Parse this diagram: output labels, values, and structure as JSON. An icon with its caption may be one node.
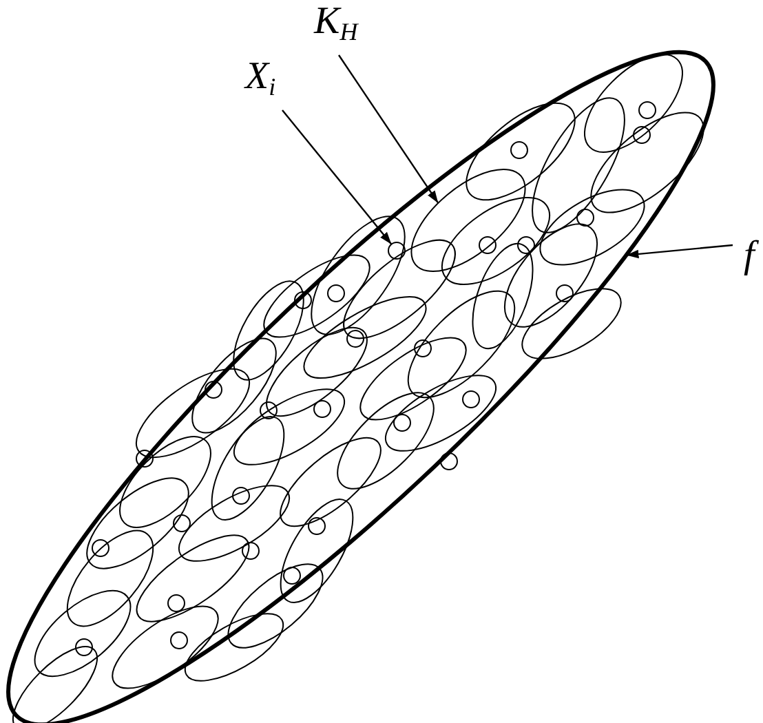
{
  "diagram": {
    "nodes": [
      {
        "text": [
          "X$_{i}$"
        ]
      },
      {
        "text": [
          "K$_{H}$"
        ]
      },
      {
        "text": [
          "f"
        ]
      },
      {
        "text": [],
        "shape": "circle",
        "in": 5
      },
      {
        "text": [],
        "shape": "ellipse",
        "in": 5
      },
      {
        "text": [],
        "shape": "ellipse"
      }
    ],
    "edges": [
      {
        "from": 0,
        "to": 3,
        "arrow": "to"
      },
      {
        "from": 1,
        "to": 4,
        "arrow": "to"
      },
      {
        "from": 2,
        "to": 5,
        "arrow": "to"
      }
    ]
  }
}
